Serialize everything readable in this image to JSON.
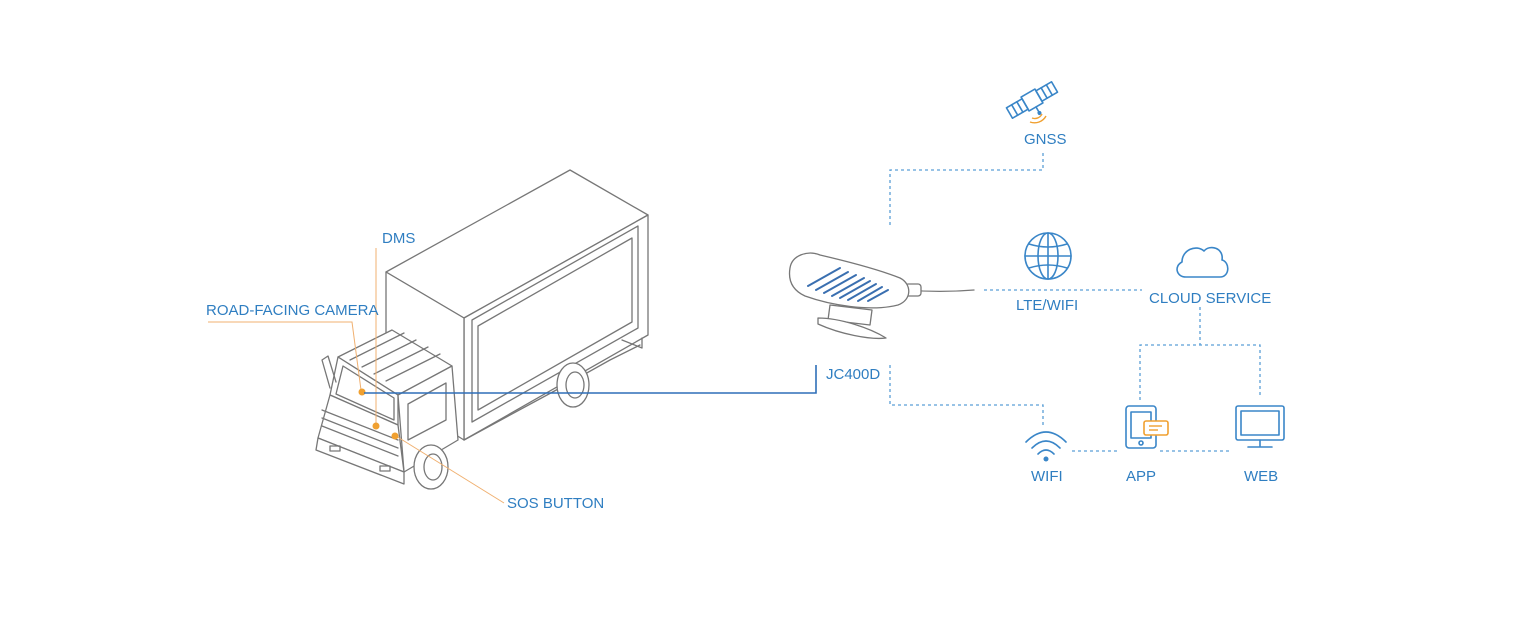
{
  "labels": {
    "dms": "DMS",
    "road_facing_camera": "ROAD-FACING CAMERA",
    "sos_button": "SOS BUTTON",
    "device": "JC400D",
    "gnss": "GNSS",
    "lte_wifi": "LTE/WIFI",
    "cloud_service": "CLOUD SERVICE",
    "wifi": "WIFI",
    "app": "APP",
    "web": "WEB"
  },
  "colors": {
    "label_blue": "#2f7ec1",
    "connector_blue": "#2f6fb8",
    "sensor_orange": "#f0a030",
    "outline_grey": "#777777"
  },
  "icons": [
    "satellite-icon",
    "globe-icon",
    "cloud-icon",
    "wifi-icon",
    "tablet-icon",
    "monitor-icon"
  ]
}
